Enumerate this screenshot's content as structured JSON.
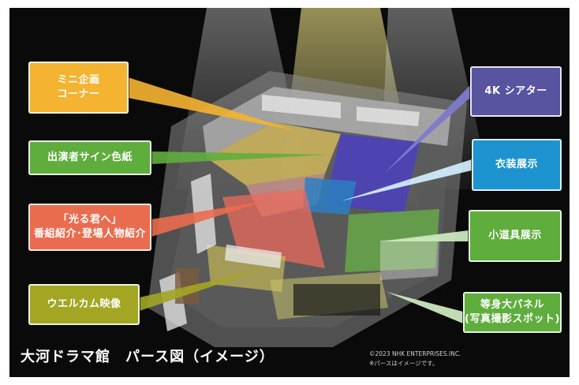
{
  "labels": {
    "mini_corner": "ミニ企画\nコーナー",
    "cast_autograph": "出演者サイン色紙",
    "hikaru_kimi": "「光る君へ」\n番組紹介･登場人物紹介",
    "welcome_video": "ウエルカム映像",
    "theater_4k": "4K シアター",
    "costume": "衣装展示",
    "props": "小道具展示",
    "life_size_panel": "等身大パネル\n(写真撮影スポット)"
  },
  "caption": {
    "title": "大河ドラマ館　パース図（イメージ）",
    "copyright": "©2023 NHK ENTERPRISES.INC.",
    "note": "※パースはイメージです。"
  },
  "colors": {
    "mini_corner": "#f4b431",
    "cast_autograph": "#5fad3d",
    "hikaru_kimi": "#ea6c4e",
    "welcome_video": "#a2a623",
    "theater_4k": "#58549f",
    "costume": "#1d93cf",
    "props": "#5fad3d",
    "life_size_panel": "#5fad3d"
  }
}
